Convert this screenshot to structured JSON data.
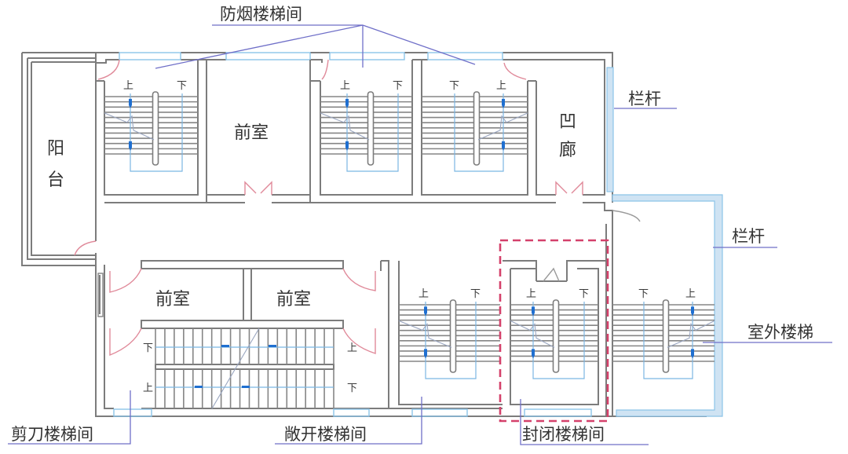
{
  "title": "楼梯间类型示意平面图",
  "callouts": {
    "smoke_proof": "防烟楼梯间",
    "railing_top": "栏杆",
    "railing_right": "栏杆",
    "outdoor_stair": "室外楼梯",
    "scissor": "剪刀楼梯间",
    "open": "敞开楼梯间",
    "enclosed": "封闭楼梯间"
  },
  "rooms": {
    "balcony_1": "阳",
    "balcony_2": "台",
    "anteroom_top": "前室",
    "anteroom_bl": "前室",
    "anteroom_br": "前室",
    "recess_1": "凹",
    "recess_2": "廊"
  },
  "stair_marks": {
    "up": "上",
    "down": "下"
  },
  "colors": {
    "wall": "#7c7c7c",
    "window": "#8cc4e8",
    "door": "#e08a9a",
    "arrow": "#1f6fd0",
    "leader": "#6f6fc8",
    "highlight": "#d4416b"
  }
}
